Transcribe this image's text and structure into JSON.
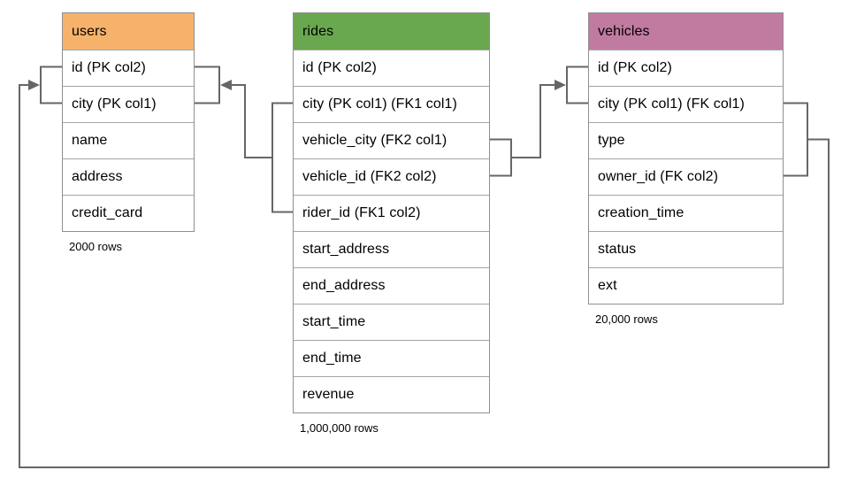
{
  "diagram": {
    "type": "database-schema",
    "tables": {
      "users": {
        "title": "users",
        "header_color": "#f6b26b",
        "fields": [
          "id (PK col2)",
          "city (PK col1)",
          "name",
          "address",
          "credit_card"
        ],
        "row_count": "2000 rows"
      },
      "rides": {
        "title": "rides",
        "header_color": "#6aa84f",
        "fields": [
          "id (PK col2)",
          "city (PK col1) (FK1 col1)",
          "vehicle_city (FK2 col1)",
          "vehicle_id (FK2 col2)",
          "rider_id (FK1 col2)",
          "start_address",
          "end_address",
          "start_time",
          "end_time",
          "revenue"
        ],
        "row_count": "1,000,000 rows"
      },
      "vehicles": {
        "title": "vehicles",
        "header_color": "#c27ba0",
        "fields": [
          "id (PK col2)",
          "city (PK col1) (FK col1)",
          "type",
          "owner_id (FK col2)",
          "creation_time",
          "status",
          "ext"
        ],
        "row_count": "20,000 rows"
      }
    },
    "relationships": [
      {
        "name": "FK1",
        "from": "rides (city, rider_id)",
        "to": "users (city, id)"
      },
      {
        "name": "FK2",
        "from": "rides (vehicle_city, vehicle_id)",
        "to": "vehicles (city, id)"
      },
      {
        "name": "FK",
        "from": "vehicles (city, owner_id)",
        "to": "users (city, id)"
      }
    ],
    "colors": {
      "connector": "#666666",
      "table_border": "#8f8f8f",
      "row_divider": "#a5a5a5",
      "text": "#000000"
    }
  }
}
